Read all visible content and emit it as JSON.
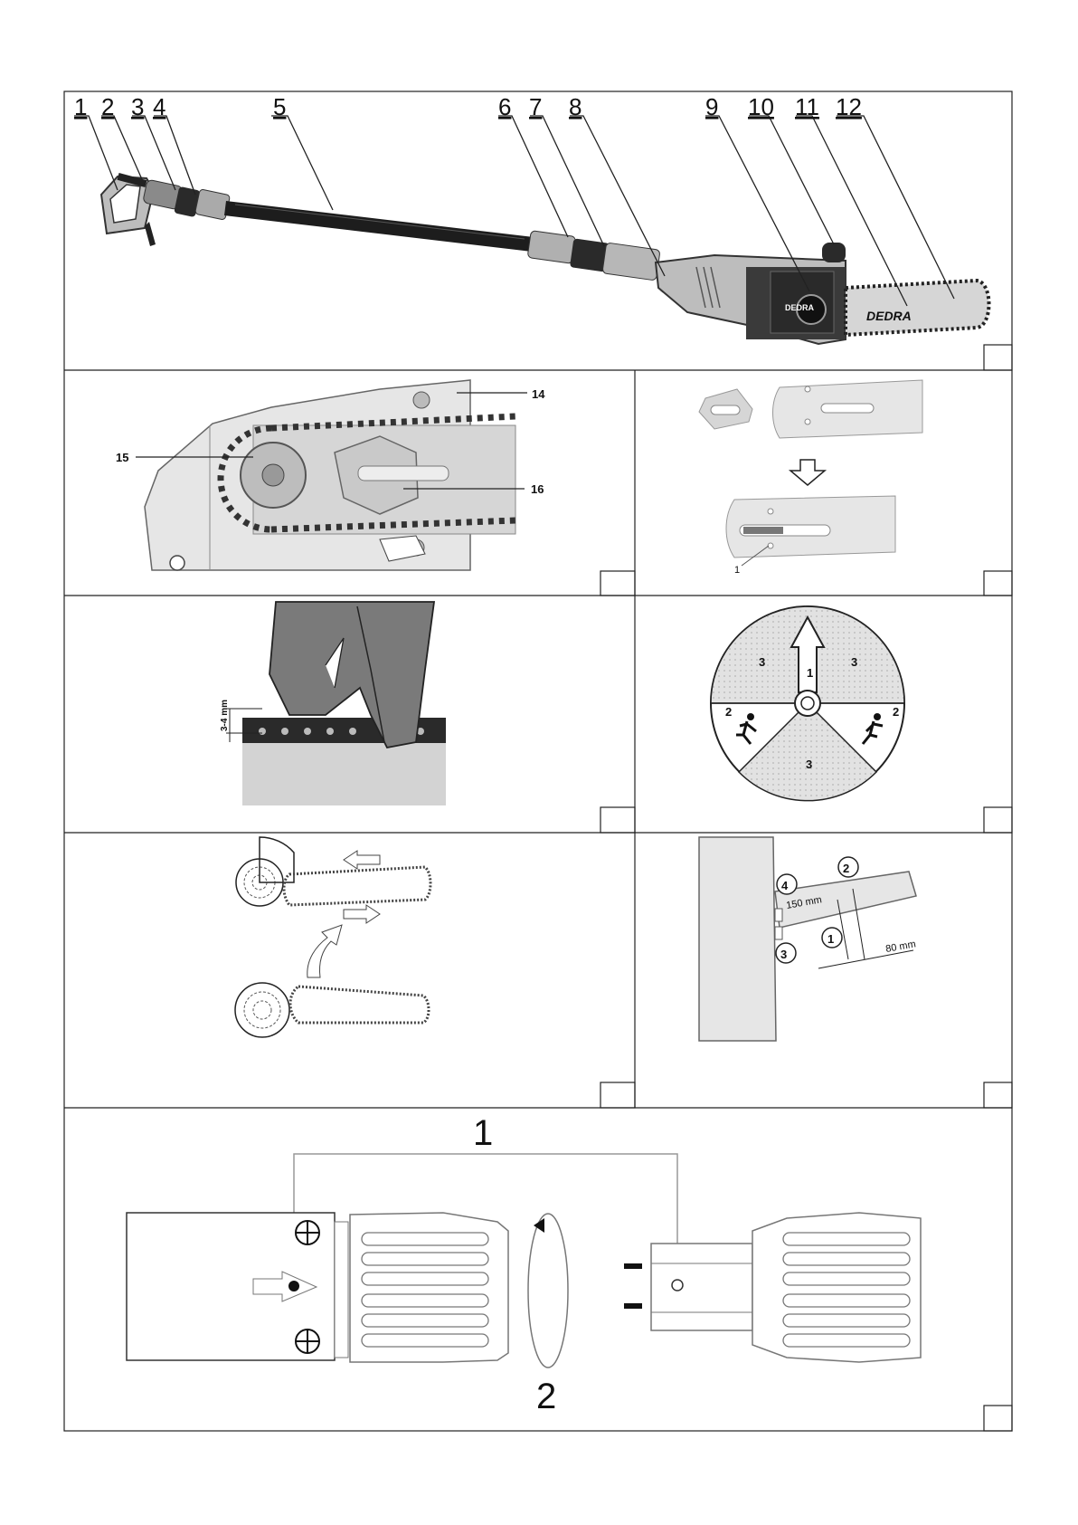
{
  "fig1": {
    "callouts": [
      "1",
      "2",
      "3",
      "4",
      "5",
      "6",
      "7",
      "8",
      "9",
      "10",
      "11",
      "12"
    ],
    "brand": "DEDRA"
  },
  "fig2": {
    "labels": [
      "14",
      "15",
      "16"
    ]
  },
  "fig3": {
    "label": "1"
  },
  "fig4": {
    "measure": "3-4 mm"
  },
  "fig5": {
    "zone1": "1",
    "zone2": "2",
    "zone3": "3"
  },
  "fig7": {
    "steps": [
      "1",
      "2",
      "3",
      "4"
    ],
    "dim1": "150 mm",
    "dim2": "80 mm"
  },
  "fig8": {
    "step1": "1",
    "step2": "2"
  },
  "colors": {
    "line": "#222222",
    "fill": "#e6e6e6",
    "dark": "#1a1a1a",
    "mid": "#9a9a9a"
  }
}
